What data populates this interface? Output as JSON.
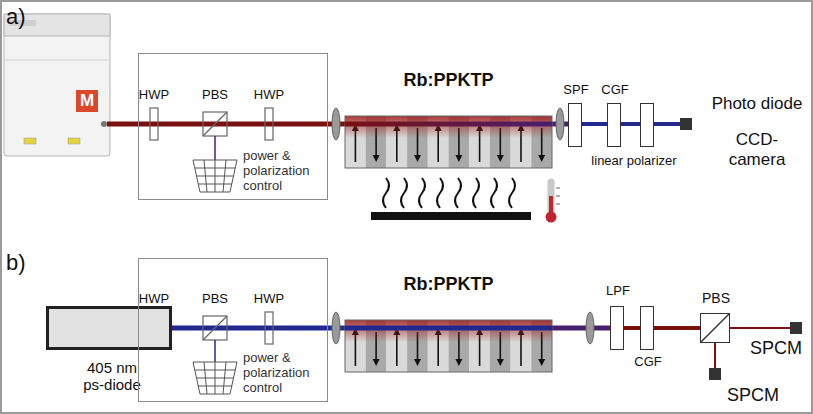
{
  "diagram": {
    "nodes": [
      {
        "text": [
          "power & polarization control"
        ]
      },
      {
        "text": [
          "Rb:PPKTP"
        ]
      },
      {
        "text": [
          "SPF"
        ]
      },
      {
        "text": [
          "CGF"
        ]
      },
      {
        "text": [
          "linear polarizer"
        ]
      },
      {
        "text": [
          "Photo diode",
          "CCD-camera"
        ]
      },
      {
        "text": [
          "405 nm ps-diode"
        ]
      },
      {
        "text": [
          "power & polarization control"
        ]
      },
      {
        "text": [
          "Rb:PPKTP"
        ]
      },
      {
        "text": [
          "LPF"
        ]
      },
      {
        "text": [
          "CGF"
        ]
      },
      {
        "text": [
          "PBS"
        ]
      },
      {
        "text": [
          "SPCM"
        ]
      },
      {
        "text": [
          "SPCM"
        ]
      }
    ],
    "edges": [
      {
        "from": 0,
        "to": 1,
        "arrow": "none"
      },
      {
        "from": 1,
        "to": 2,
        "arrow": "none"
      },
      {
        "from": 2,
        "to": 3,
        "arrow": "none"
      },
      {
        "from": 3,
        "to": 4,
        "arrow": "none"
      },
      {
        "from": 4,
        "to": 5,
        "arrow": "none"
      },
      {
        "from": 6,
        "to": 7,
        "arrow": "none"
      },
      {
        "from": 7,
        "to": 8,
        "arrow": "none"
      },
      {
        "from": 8,
        "to": 9,
        "arrow": "none"
      },
      {
        "from": 9,
        "to": 10,
        "arrow": "none"
      },
      {
        "from": 10,
        "to": 11,
        "arrow": "none"
      },
      {
        "from": 11,
        "to": 12,
        "arrow": "none"
      },
      {
        "from": 11,
        "to": 13,
        "arrow": "none"
      }
    ],
    "labels": [
      "a)",
      "M",
      "HWP",
      "PBS",
      "HWP",
      "b)",
      "HWP",
      "PBS",
      "HWP"
    ]
  }
}
